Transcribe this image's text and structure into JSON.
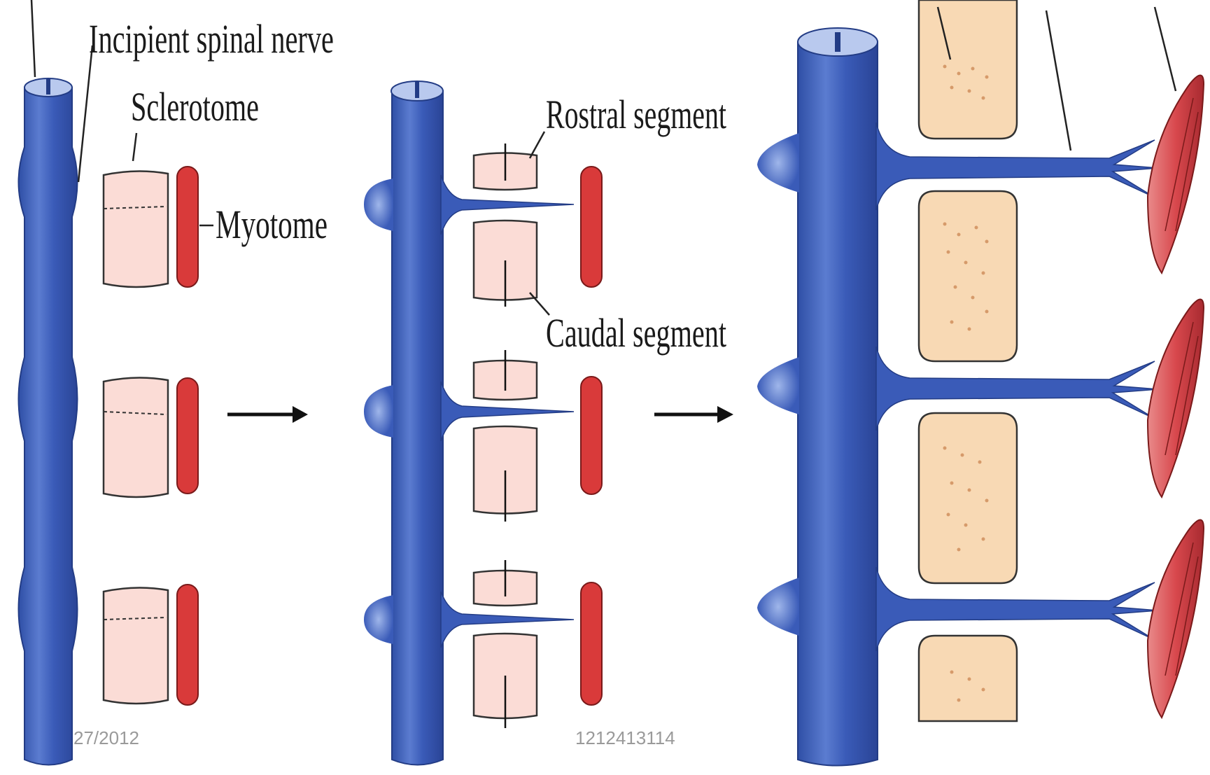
{
  "labels": {
    "incipient_spinal_nerve": "Incipient spinal nerve",
    "sclerotome": "Sclerotome",
    "myotome": "Myotome",
    "rostral_segment": "Rostral segment",
    "caudal_segment": "Caudal segment"
  },
  "footer": {
    "date": "27/2012",
    "code": "1212413114"
  },
  "colors": {
    "nerve": "#3a5bb0",
    "nerve_light": "#8aa3dd",
    "sclerotome": "#fbdcd6",
    "myotome": "#d93a3a",
    "vertebra": "#f8d9b4",
    "muscle": "#d9555a"
  }
}
